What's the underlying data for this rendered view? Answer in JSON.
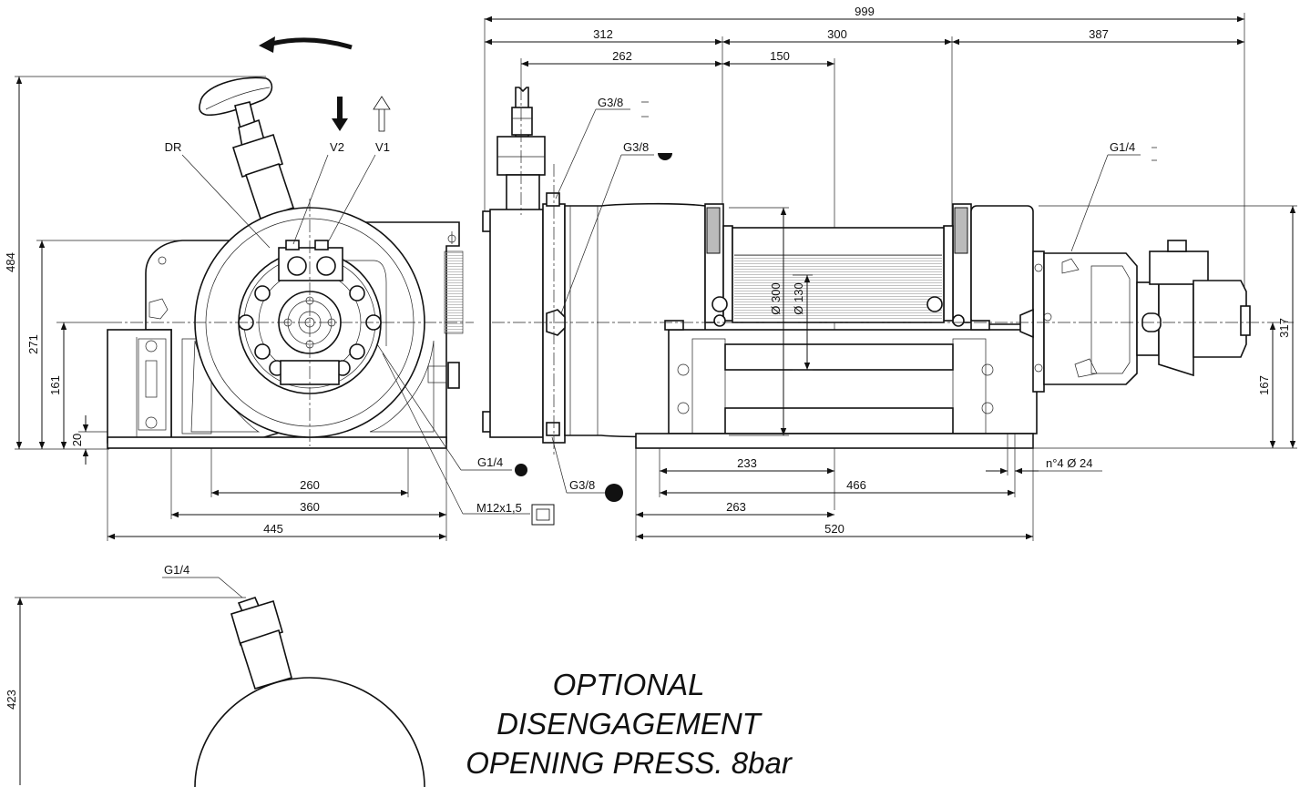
{
  "dimensions": {
    "total_length": "999",
    "left_section": "312",
    "drum_section": "300",
    "right_section": "387",
    "clutch_offset": "262",
    "drum_half": "150",
    "overall_height": "484",
    "drum_center_height": "271",
    "frame_height": "161",
    "base_plate": "20",
    "bolt_spacing_inner": "260",
    "base_width": "360",
    "overall_width": "445",
    "base_half": "233",
    "base_pitch": "466",
    "base_ref": "263",
    "base_length": "520",
    "right_height": "317",
    "right_center": "167",
    "holes": "n°4 Ø 24",
    "flange_diameter": "Ø 300",
    "drum_diameter": "Ø 130",
    "optional_height": "423"
  },
  "labels": {
    "dr": "DR",
    "v2": "V2",
    "v1": "V1",
    "port_g38_top": "G3/8",
    "port_g38_mid": "G3/8",
    "port_g14_right": "G1/4",
    "port_g14_bottom": "G1/4",
    "port_g38_bottom": "G3/8",
    "port_m12": "M12x1,5",
    "port_g14_optional": "G1/4"
  },
  "note": {
    "line1": "OPTIONAL",
    "line2": "DISENGAGEMENT",
    "line3": "OPENING PRESS. 8bar"
  },
  "icons": [
    "rotation-arrow-icon",
    "down-arrow-icon",
    "up-arrow-icon",
    "port-symbol-icon",
    "square-port-icon"
  ]
}
